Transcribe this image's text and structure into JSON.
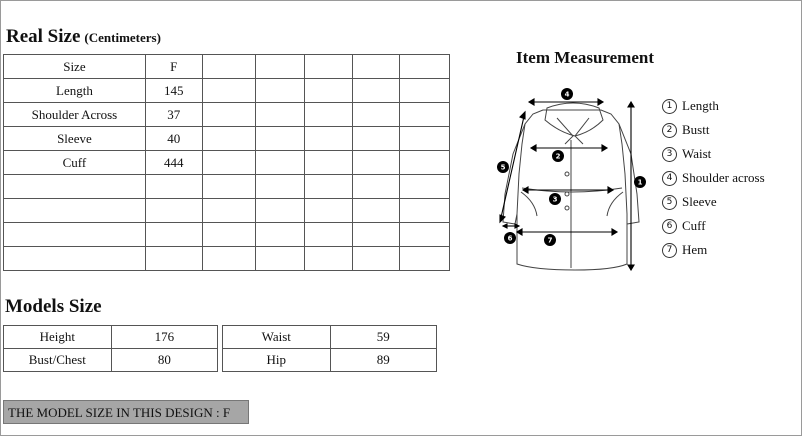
{
  "real_size": {
    "title": "Real Size",
    "unit": "(Centimeters)",
    "rows": [
      [
        "Size",
        "F",
        "",
        "",
        "",
        "",
        ""
      ],
      [
        "Length",
        "145",
        "",
        "",
        "",
        "",
        ""
      ],
      [
        "Shoulder Across",
        "37",
        "",
        "",
        "",
        "",
        ""
      ],
      [
        "Sleeve",
        "40",
        "",
        "",
        "",
        "",
        ""
      ],
      [
        "Cuff",
        "444",
        "",
        "",
        "",
        "",
        ""
      ],
      [
        "",
        "",
        "",
        "",
        "",
        "",
        ""
      ],
      [
        "",
        "",
        "",
        "",
        "",
        "",
        ""
      ],
      [
        "",
        "",
        "",
        "",
        "",
        "",
        ""
      ],
      [
        "",
        "",
        "",
        "",
        "",
        "",
        ""
      ]
    ]
  },
  "models_size": {
    "title": "Models Size",
    "left": [
      [
        "Height",
        "176"
      ],
      [
        "Bust/Chest",
        "80"
      ]
    ],
    "right": [
      [
        "Waist",
        "59"
      ],
      [
        "Hip",
        "89"
      ]
    ]
  },
  "model_note": "THE MODEL SIZE IN THIS DESIGN : F",
  "item_measurement": {
    "title": "Item Measurement",
    "legend": [
      {
        "num": "1",
        "label": "Length"
      },
      {
        "num": "2",
        "label": "Bustt"
      },
      {
        "num": "3",
        "label": "Waist"
      },
      {
        "num": "4",
        "label": "Shoulder across"
      },
      {
        "num": "5",
        "label": "Sleeve"
      },
      {
        "num": "6",
        "label": "Cuff"
      },
      {
        "num": "7",
        "label": "Hem"
      }
    ],
    "diagram_marker_numbers": [
      "1",
      "2",
      "3",
      "4",
      "5",
      "6",
      "7"
    ]
  }
}
